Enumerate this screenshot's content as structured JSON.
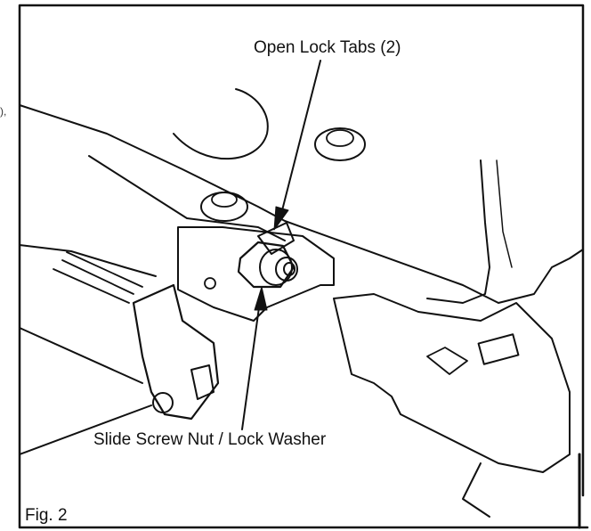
{
  "figure": {
    "label": "Fig. 2",
    "callouts": {
      "lock_tabs": "Open Lock Tabs (2)",
      "slide_nut": "Slide Screw Nut / Lock Washer"
    }
  },
  "margin_marks": {
    "left_fragment": "),"
  },
  "colors": {
    "ink": "#111111",
    "paper": "#ffffff"
  }
}
